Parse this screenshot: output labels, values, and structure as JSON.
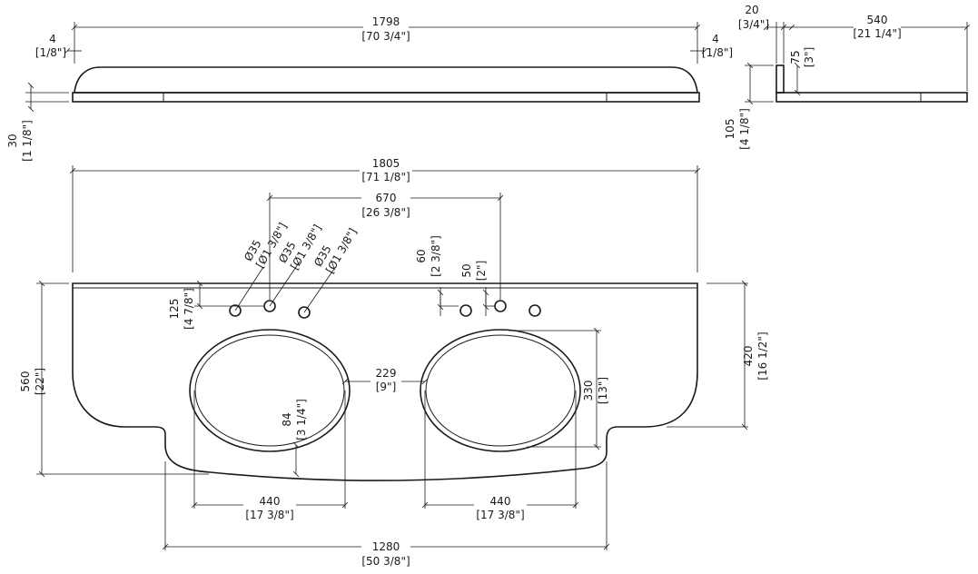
{
  "units_note": "",
  "dims": {
    "top_len": {
      "mm": "1798",
      "in": "[70 3/4\"]"
    },
    "left_end": {
      "mm": "4",
      "in": "[1/8\"]"
    },
    "right_end": {
      "mm": "4",
      "in": "[1/8\"]"
    },
    "thickness": {
      "mm": "30",
      "in": "[1 1/8\"]"
    },
    "splash_thick": {
      "mm": "20",
      "in": "[3/4\"]"
    },
    "depth": {
      "mm": "540",
      "in": "[21 1/4\"]"
    },
    "splash_h": {
      "mm": "75",
      "in": "[3\"]"
    },
    "side_h": {
      "mm": "105",
      "in": "[4 1/8\"]"
    },
    "total_w": {
      "mm": "1805",
      "in": "[71 1/8\"]"
    },
    "faucet_spacing": {
      "mm": "670",
      "in": "[26 3/8\"]"
    },
    "hole1": {
      "mm": "Ø35",
      "in": "[Ø1 3/8\"]"
    },
    "hole2": {
      "mm": "Ø35",
      "in": "[Ø1 3/8\"]"
    },
    "hole3": {
      "mm": "Ø35",
      "in": "[Ø1 3/8\"]"
    },
    "hole_off_a": {
      "mm": "60",
      "in": "[2 3/8\"]"
    },
    "hole_off_b": {
      "mm": "50",
      "in": "[2\"]"
    },
    "hole_y": {
      "mm": "125",
      "in": "[4 7/8\"]"
    },
    "overall_depth": {
      "mm": "560",
      "in": "[22\"]"
    },
    "side_depth": {
      "mm": "420",
      "in": "[16 1/2\"]"
    },
    "bowl_gap": {
      "mm": "229",
      "in": "[9\"]"
    },
    "bowl_h": {
      "mm": "330",
      "in": "[13\"]"
    },
    "bowl_front": {
      "mm": "84",
      "in": "[3 1/4\"]"
    },
    "bowl_w_left": {
      "mm": "440",
      "in": "[17 3/8\"]"
    },
    "bowl_w_right": {
      "mm": "440",
      "in": "[17 3/8\"]"
    },
    "front_w": {
      "mm": "1280",
      "in": "[50 3/8\"]"
    }
  }
}
